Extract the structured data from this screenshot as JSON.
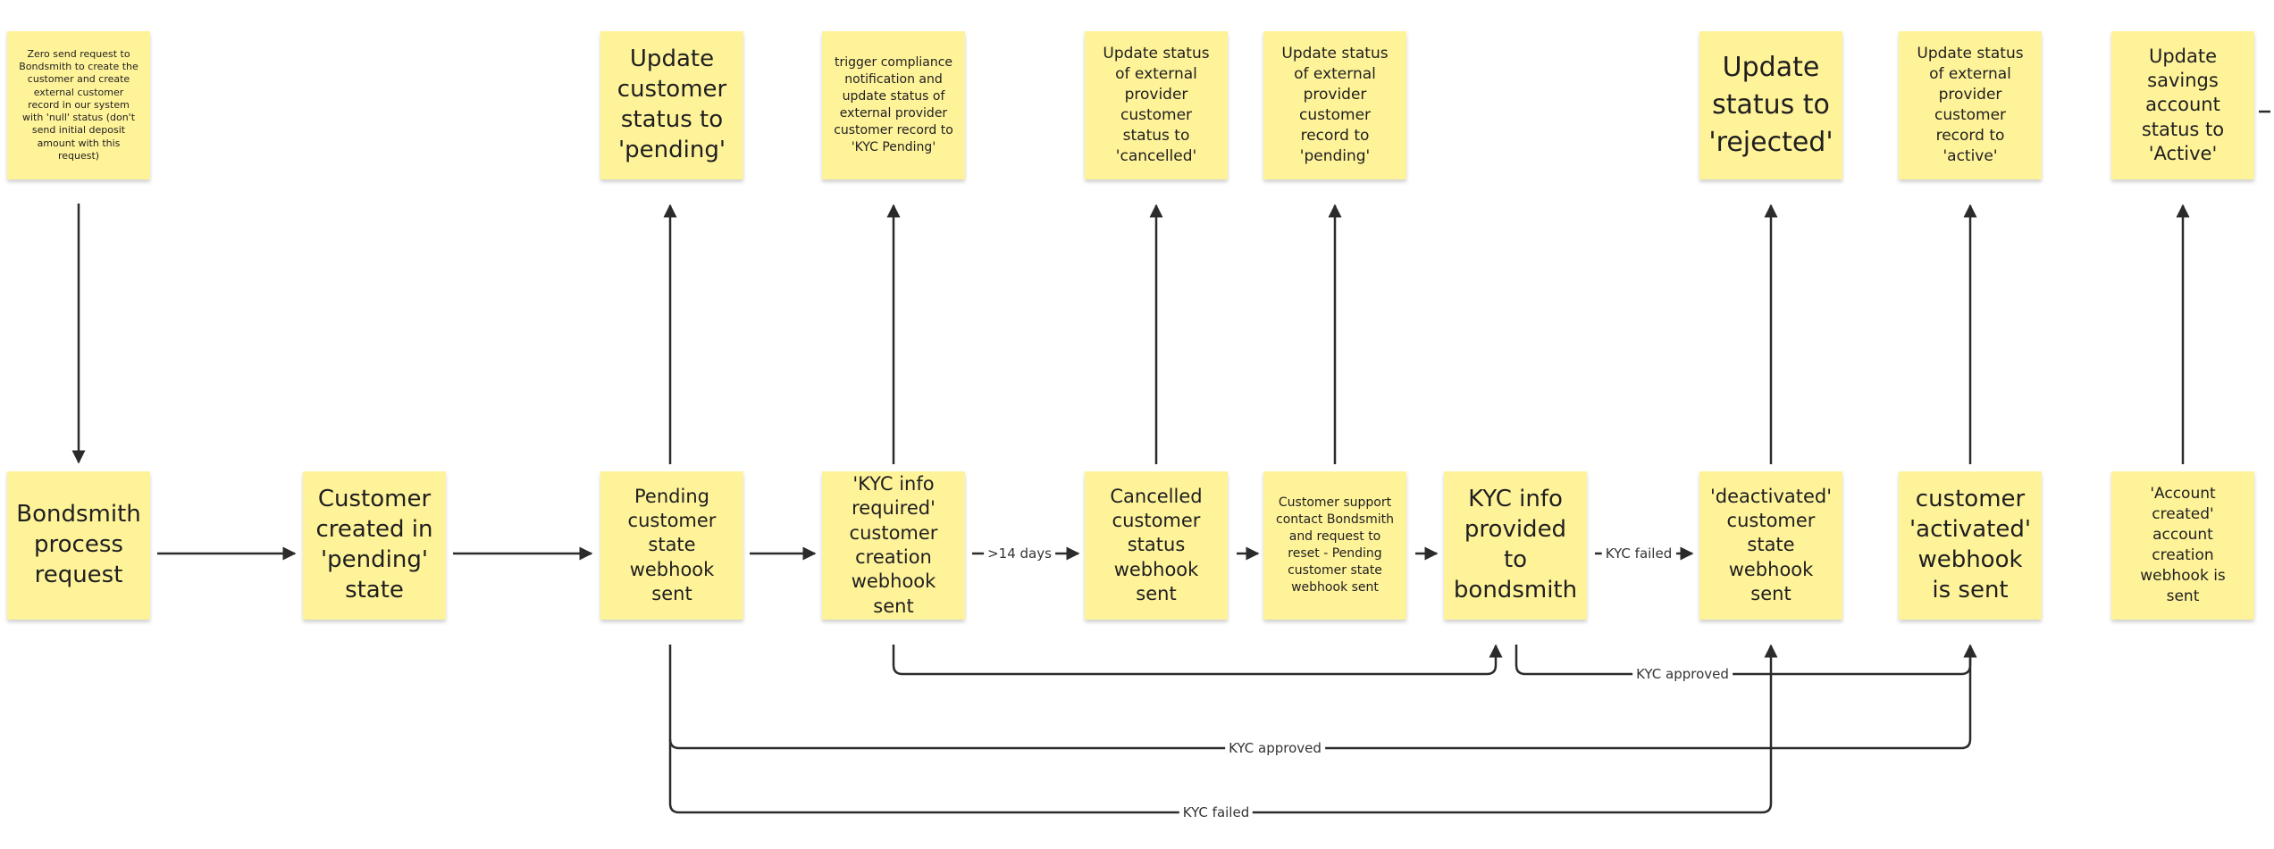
{
  "notes": {
    "n_zero": "Zero send request to Bondsmith to create the customer and create external customer record in our system with 'null' status (don't send initial deposit amount with this request)",
    "n_update_pending": "Update customer status to 'pending'",
    "n_trigger_compliance": "trigger compliance notification and update status of external provider customer record to 'KYC Pending'",
    "n_update_cancelled": "Update status of external provider customer status to 'cancelled'",
    "n_update_ext_pending": "Update status of external provider customer record to 'pending'",
    "n_update_rejected": "Update status to 'rejected'",
    "n_update_active": "Update status of external provider customer record to 'active'",
    "n_update_savings": "Update savings account status to 'Active'",
    "n_bondsmith_process": "Bondsmith process request",
    "n_customer_created": "Customer created in 'pending' state",
    "n_pending_webhook": "Pending customer state webhook sent",
    "n_kyc_required": "'KYC info required' customer creation webhook sent",
    "n_cancelled_webhook": "Cancelled customer status webhook sent",
    "n_support_contact": "Customer support contact Bondsmith and request to reset -  Pending customer state webhook sent",
    "n_kyc_provided": "KYC info provided to bondsmith",
    "n_deactivated": "'deactivated' customer state webhook sent",
    "n_activated": "customer 'activated' webhook is sent",
    "n_account_created": "'Account created' account creation webhook is sent"
  },
  "edge_labels": {
    "days14": ">14 days",
    "kyc_failed_row": "KYC failed",
    "kyc_approved_upper": "KYC approved",
    "kyc_approved_lower": "KYC approved",
    "kyc_failed_bottom": "KYC failed"
  },
  "colors": {
    "sticky": "#fff39a",
    "connector": "#2b2b2b",
    "background": "#ffffff"
  }
}
